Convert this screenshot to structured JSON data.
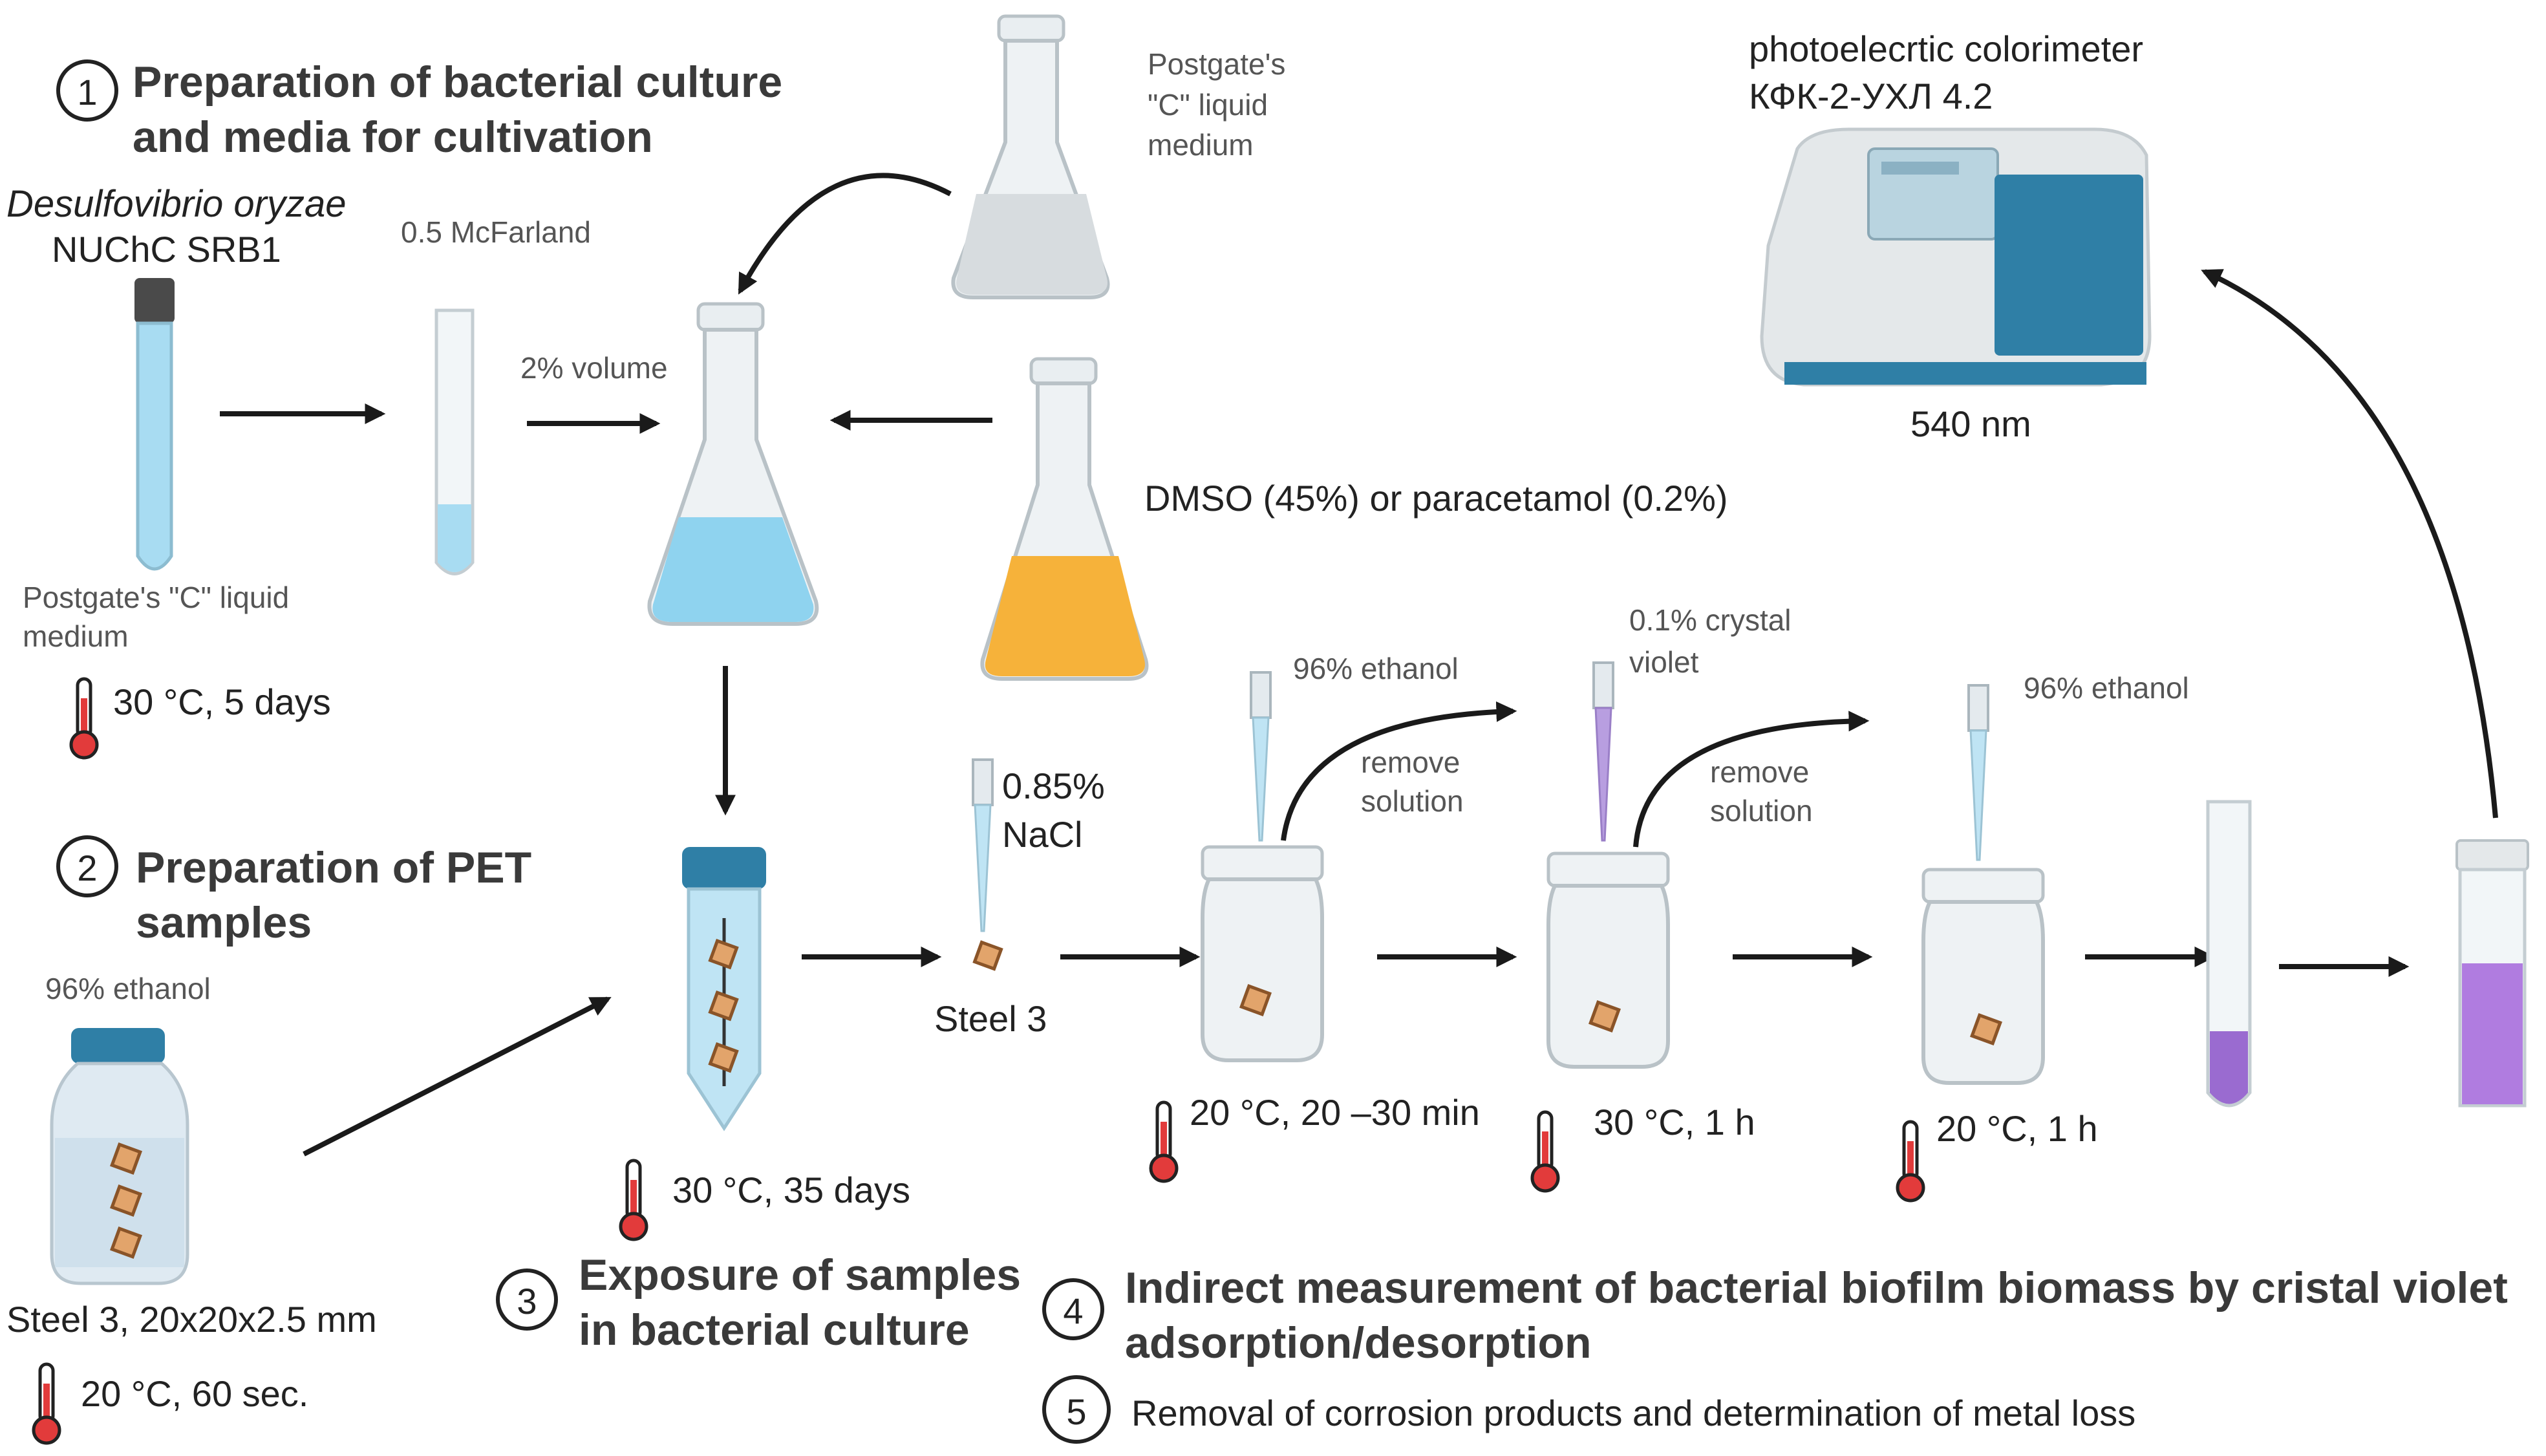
{
  "steps": [
    {
      "num": "1",
      "title_l1": "Preparation of bacterial culture",
      "title_l2": "and media for cultivation"
    },
    {
      "num": "2",
      "title_l1": "Preparation of PET",
      "title_l2": "samples"
    },
    {
      "num": "3",
      "title_l1": "Exposure of samples",
      "title_l2": "in bacterial culture"
    },
    {
      "num": "4",
      "title_l1": "Indirect measurement of bacterial biofilm biomass by cristal violet",
      "title_l2": "adsorption/desorption"
    },
    {
      "num": "5",
      "title_l1": "Removal of corrosion products and determination of metal loss"
    }
  ],
  "labels": {
    "organism": "Desulfovibrio oryzae",
    "strain": "NUChC SRB1",
    "mcfarland": "0.5 McFarland",
    "volume": "2% volume",
    "medium_top_l1": "Postgate's",
    "medium_top_l2": "\"C\" liquid",
    "medium_top_l3": "medium",
    "medium_bottom_l1": "Postgate's  \"C\"  liquid",
    "medium_bottom_l2": "medium",
    "additive": "DMSO (45%) or paracetamol (0.2%)",
    "colorimeter_l1": "photoelecrtic colorimeter",
    "colorimeter_l2": "КФК-2-УХЛ 4.2",
    "wavelength": "540 nm",
    "ethanol_pet": "96% ethanol",
    "sample": "Steel 3, 20x20x2.5 mm",
    "nacl_l1": "0.85%",
    "nacl_l2": "NaCl",
    "steel": "Steel 3",
    "ethanol_1": "96% ethanol",
    "remove_1_l1": "remove",
    "remove_1_l2": "solution",
    "cv_l1": "0.1% crystal",
    "cv_l2": "violet",
    "remove_2_l1": "remove",
    "remove_2_l2": "solution",
    "ethanol_2": "96% ethanol"
  },
  "conditions": {
    "culture": "30 °C, 5 days",
    "pet": "20 °C,  60 sec.",
    "exposure": "30 °C, 35 days",
    "ethanol_wash": "20 °C,  20 –30 min",
    "stain": "30 °C, 1 h",
    "desorb": "20 °C, 1 h"
  },
  "colors": {
    "culture_blue": "#8fd3ef",
    "additive_orange": "#f6b23a",
    "violet": "#9a6bd0",
    "cap_blue": "#2f7fa6"
  }
}
